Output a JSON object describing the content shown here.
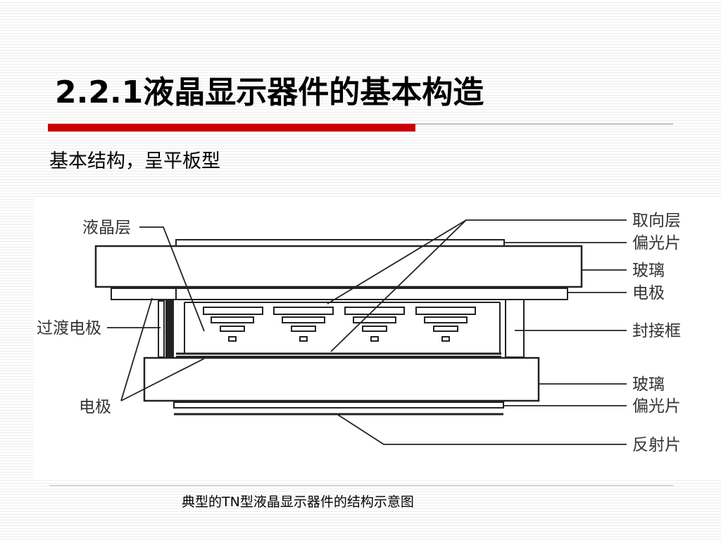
{
  "slide": {
    "title": "2.2.1液晶显示器件的基本构造",
    "subtitle": "基本结构，呈平板型",
    "caption": "典型的TN型液晶显示器件的结构示意图"
  },
  "diagram": {
    "labels_left": {
      "liquid_crystal_layer": "液晶层",
      "transition_electrode": "过渡电极",
      "electrode": "电极"
    },
    "labels_right": {
      "alignment_layer": "取向层",
      "polarizer_top": "偏光片",
      "glass_top": "玻璃",
      "electrode": "电极",
      "sealing_frame": "封接框",
      "glass_bottom": "玻璃",
      "polarizer_bottom": "偏光片",
      "reflector": "反射片"
    }
  },
  "colors": {
    "accent_red": "#cc0000",
    "ink": "#222222"
  }
}
